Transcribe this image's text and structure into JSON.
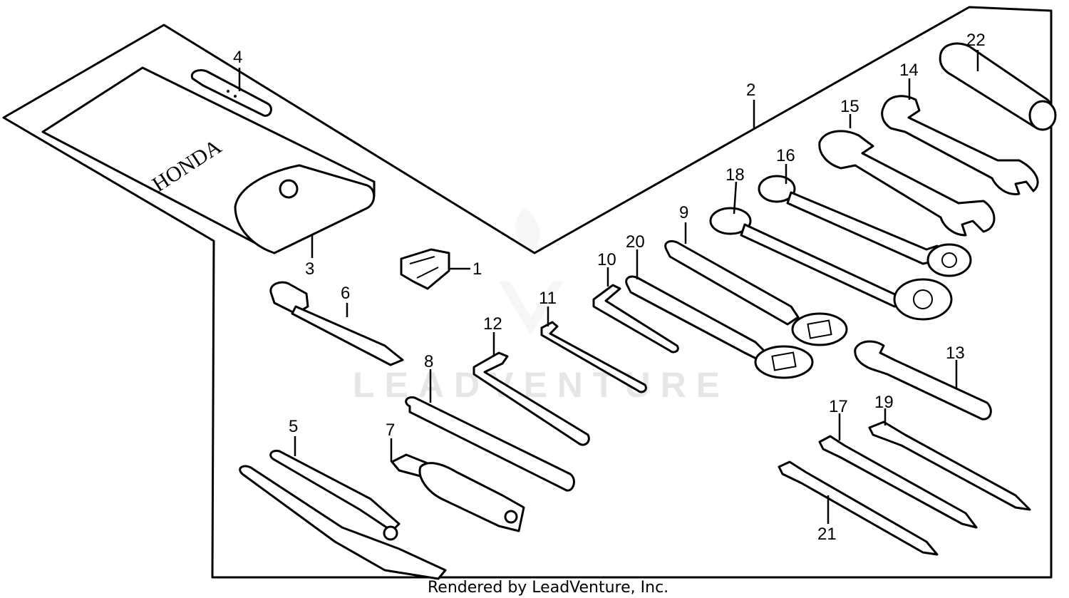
{
  "diagram": {
    "brand_text": "HONDA",
    "watermark": "LEADVENTURE",
    "footer": "Rendered by LeadVenture, Inc.",
    "parts": {
      "p1": "1",
      "p2": "2",
      "p3": "3",
      "p4": "4",
      "p5": "5",
      "p6": "6",
      "p7": "7",
      "p8": "8",
      "p9": "9",
      "p10": "10",
      "p11": "11",
      "p12": "12",
      "p13": "13",
      "p14": "14",
      "p15": "15",
      "p16": "16",
      "p17": "17",
      "p18": "18",
      "p19": "19",
      "p20": "20",
      "p21": "21",
      "p22": "22"
    }
  }
}
